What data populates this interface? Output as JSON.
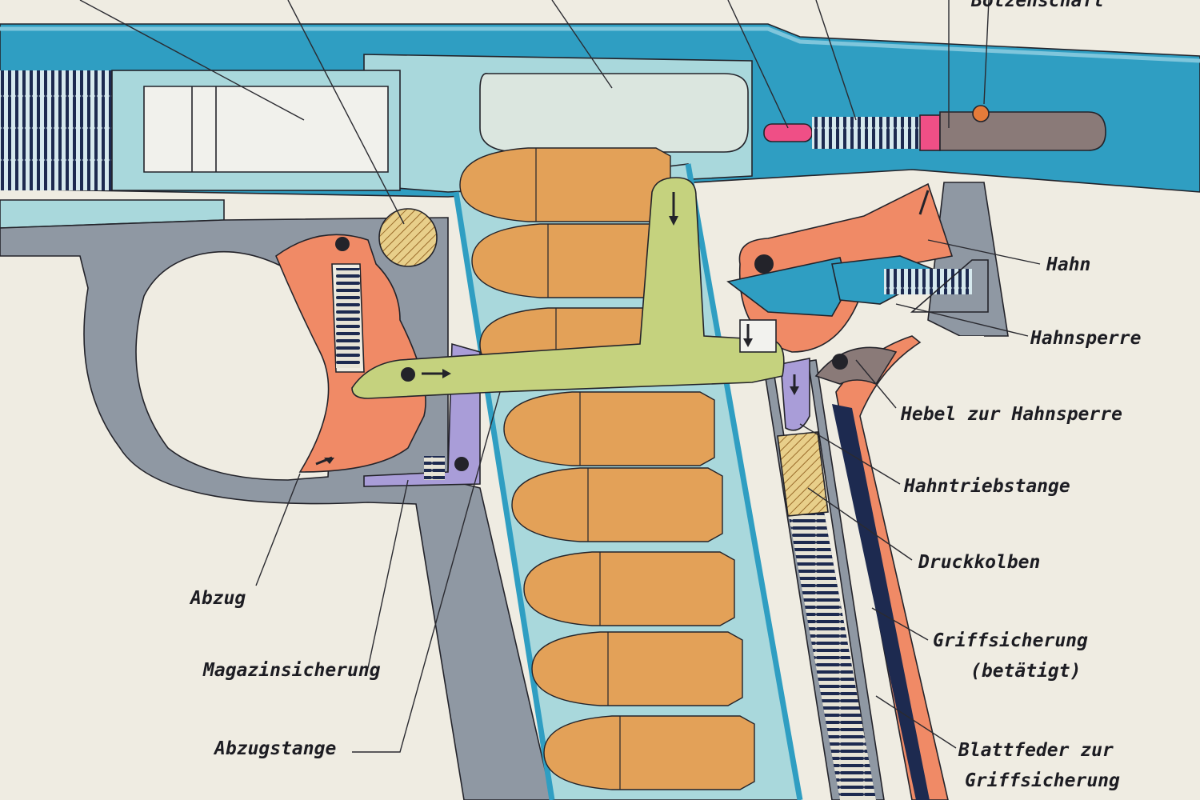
{
  "labels": {
    "bolzenschaft": "Bolzenschaft",
    "hahn": "Hahn",
    "hahnsperre": "Hahnsperre",
    "hebel_hahnsperre": "Hebel zur Hahnsperre",
    "hahntriebstange": "Hahntriebstange",
    "druckkolben": "Druckkolben",
    "griffsicherung": "Griffsicherung",
    "betaetigt": "(betätigt)",
    "blattfeder_1": "Blattfeder zur",
    "blattfeder_2": "Griffsicherung",
    "abzug": "Abzug",
    "magazinsicherung": "Magazinsicherung",
    "abzugstange": "Abzugstange"
  },
  "colors": {
    "paper": "#efece2",
    "slide_blue": "#2f9ec2",
    "light_blue": "#a9d8dc",
    "frame_grey": "#8f98a3",
    "orange_part": "#f08a66",
    "cartridge": "#e3a158",
    "trigger_bar": "#c5d27e",
    "lavender": "#a99dd8",
    "spring_dark": "#1d2a50",
    "pink": "#ef4f86"
  }
}
